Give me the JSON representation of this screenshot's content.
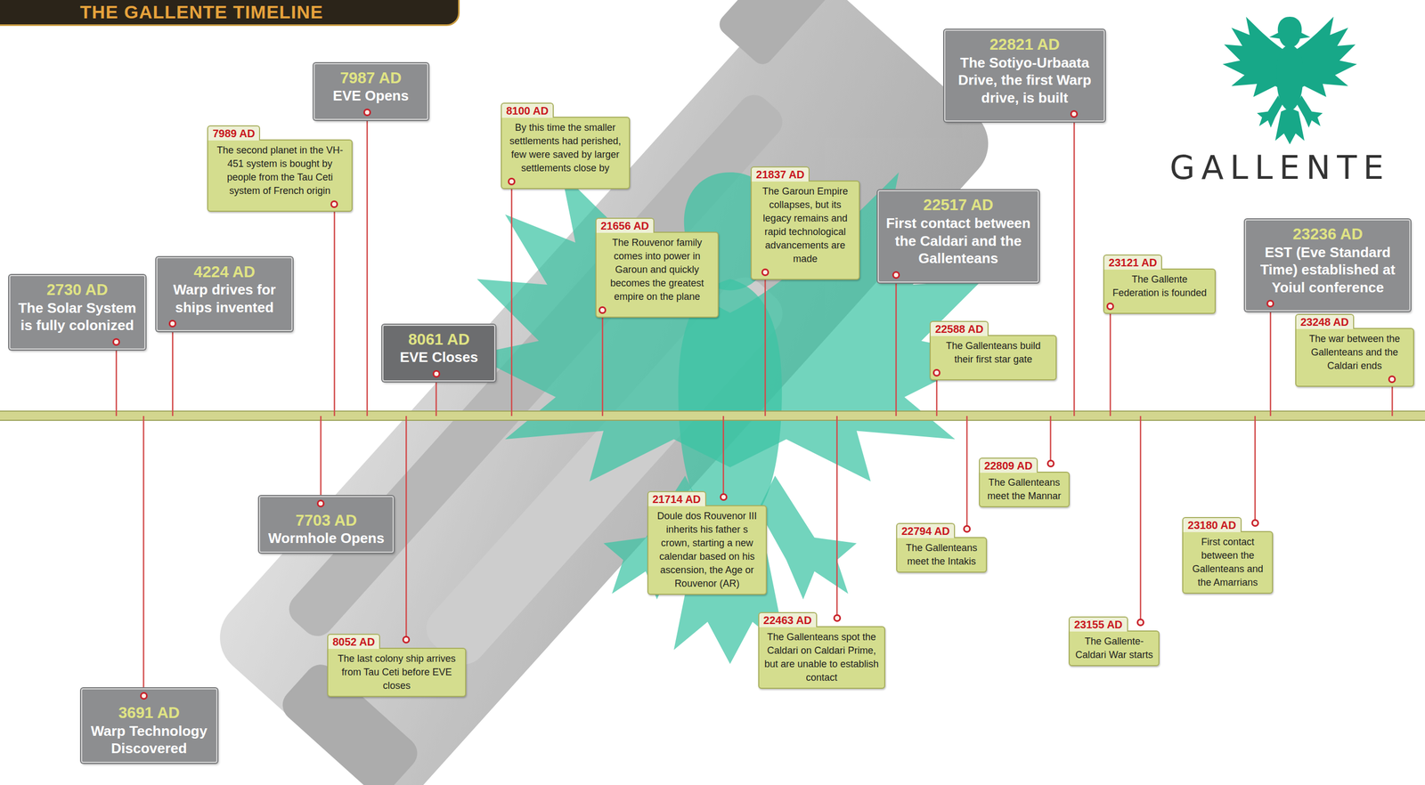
{
  "diagram": {
    "title": "THE GALLENTE TIMELINE",
    "nodes": [
      {
        "text": [
          "2730 AD",
          "The Solar System is fully colonized"
        ]
      },
      {
        "text": [
          "3691 AD",
          "Warp Technology Discovered"
        ]
      },
      {
        "text": [
          "4224 AD",
          "Warp drives for ships invented"
        ]
      },
      {
        "text": [
          "7703 AD",
          "Wormhole Opens"
        ]
      },
      {
        "text": [
          "7987 AD",
          "EVE Opens"
        ]
      },
      {
        "text": [
          "7989 AD",
          "The second planet in the VH-451 system is bought by people from the Tau Ceti system of French origin"
        ]
      },
      {
        "text": [
          "8052 AD",
          "The last colony ship arrives from Tau Ceti before EVE closes"
        ]
      },
      {
        "text": [
          "8061 AD",
          "EVE Closes"
        ]
      },
      {
        "text": [
          "8100 AD",
          "By this time the smaller settlements had perished, few were saved by larger settlements close by"
        ]
      },
      {
        "text": [
          "21656 AD",
          "The Rouvenor family comes into power in Garoun and quickly becomes the greatest empire on the plane"
        ]
      },
      {
        "text": [
          "21714 AD",
          "Doule dos Rouvenor III inherits his father s crown, starting a new calendar based on his ascension, the Age or Rouvenor (AR)"
        ]
      },
      {
        "text": [
          "21837 AD",
          "The Garoun Empire collapses, but its legacy remains and rapid technological advancements are made"
        ]
      },
      {
        "text": [
          "22463 AD",
          "The Gallenteans spot the Caldari on Caldari Prime, but are unable to establish contact"
        ]
      },
      {
        "text": [
          "22517 AD",
          "First contact between the Caldari and the Gallenteans"
        ]
      },
      {
        "text": [
          "22588 AD",
          "The Gallenteans build their first star gate"
        ]
      },
      {
        "text": [
          "22794 AD",
          "The Gallenteans meet the Intakis"
        ]
      },
      {
        "text": [
          "22809 AD",
          "The Gallenteans meet the Mannar"
        ]
      },
      {
        "text": [
          "22821 AD",
          "The Sotiyo-Urbaata Drive, the first Warp drive, is built"
        ]
      },
      {
        "text": [
          "23121 AD",
          "The Gallente Federation is founded"
        ]
      },
      {
        "text": [
          "23155 AD",
          "The Gallente-Caldari War starts"
        ]
      },
      {
        "text": [
          "23180 AD",
          "First contact between the Gallenteans and the Amarrians"
        ]
      },
      {
        "text": [
          "23236 AD",
          "EST (Eve Standard Time) established at Yoiul conference"
        ]
      },
      {
        "text": [
          "23248 AD",
          "The war between the Gallenteans and the Caldari ends"
        ]
      }
    ],
    "labels": [
      "GALLENTE"
    ]
  }
}
